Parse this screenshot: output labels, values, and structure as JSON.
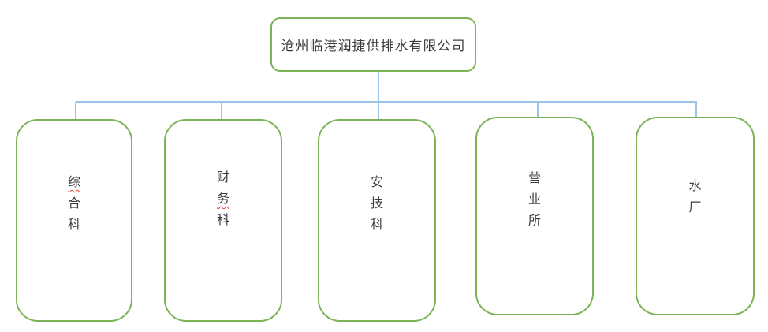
{
  "colors": {
    "box_border": "#7cb357",
    "connector": "#9dc3e6",
    "text": "#3b3b3b",
    "misspell_underline": "#e03c31"
  },
  "root": {
    "label": "沧州临港润捷供排水有限公司"
  },
  "departments": [
    {
      "name": "综合科",
      "underline_chars": [
        0
      ]
    },
    {
      "name": "财务科",
      "underline_chars": [
        1
      ]
    },
    {
      "name": "安技科",
      "underline_chars": []
    },
    {
      "name": "营业所",
      "underline_chars": []
    },
    {
      "name": "水厂",
      "underline_chars": []
    }
  ]
}
